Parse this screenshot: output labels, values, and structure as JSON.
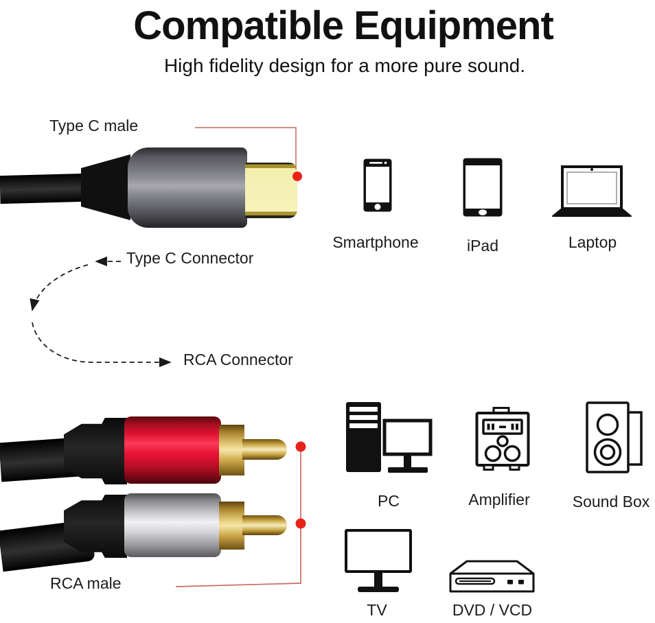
{
  "header": {
    "title": "Compatible Equipment",
    "subtitle": "High fidelity design for a more pure sound."
  },
  "annotations": {
    "type_c_male": "Type C male",
    "type_c_connector": "Type C Connector",
    "rca_connector": "RCA Connector",
    "rca_male": "RCA male"
  },
  "devices": [
    {
      "label": "Smartphone",
      "icon": "smartphone-icon"
    },
    {
      "label": "iPad",
      "icon": "tablet-icon"
    },
    {
      "label": "Laptop",
      "icon": "laptop-icon"
    },
    {
      "label": "PC",
      "icon": "desktop-pc-icon"
    },
    {
      "label": "Amplifier",
      "icon": "amplifier-icon"
    },
    {
      "label": "Sound Box",
      "icon": "speaker-icon"
    },
    {
      "label": "TV",
      "icon": "tv-icon"
    },
    {
      "label": "DVD / VCD",
      "icon": "dvd-player-icon"
    }
  ],
  "icons": [
    "smartphone-icon",
    "tablet-icon",
    "laptop-icon",
    "desktop-pc-icon",
    "amplifier-icon",
    "speaker-icon",
    "tv-icon",
    "dvd-player-icon"
  ],
  "colors": {
    "background": "#ffffff",
    "ink": "#1c1c1c",
    "callout_line": "#c97d74",
    "callout_dot": "#e8231a",
    "typec_shell_gray": "#8e8e96",
    "typec_tip_yellow": "#f4efb0",
    "rca_red": "#e01232",
    "rca_silver": "#d6d6da",
    "gold": "#d9b84e",
    "cable_black": "#111111"
  }
}
